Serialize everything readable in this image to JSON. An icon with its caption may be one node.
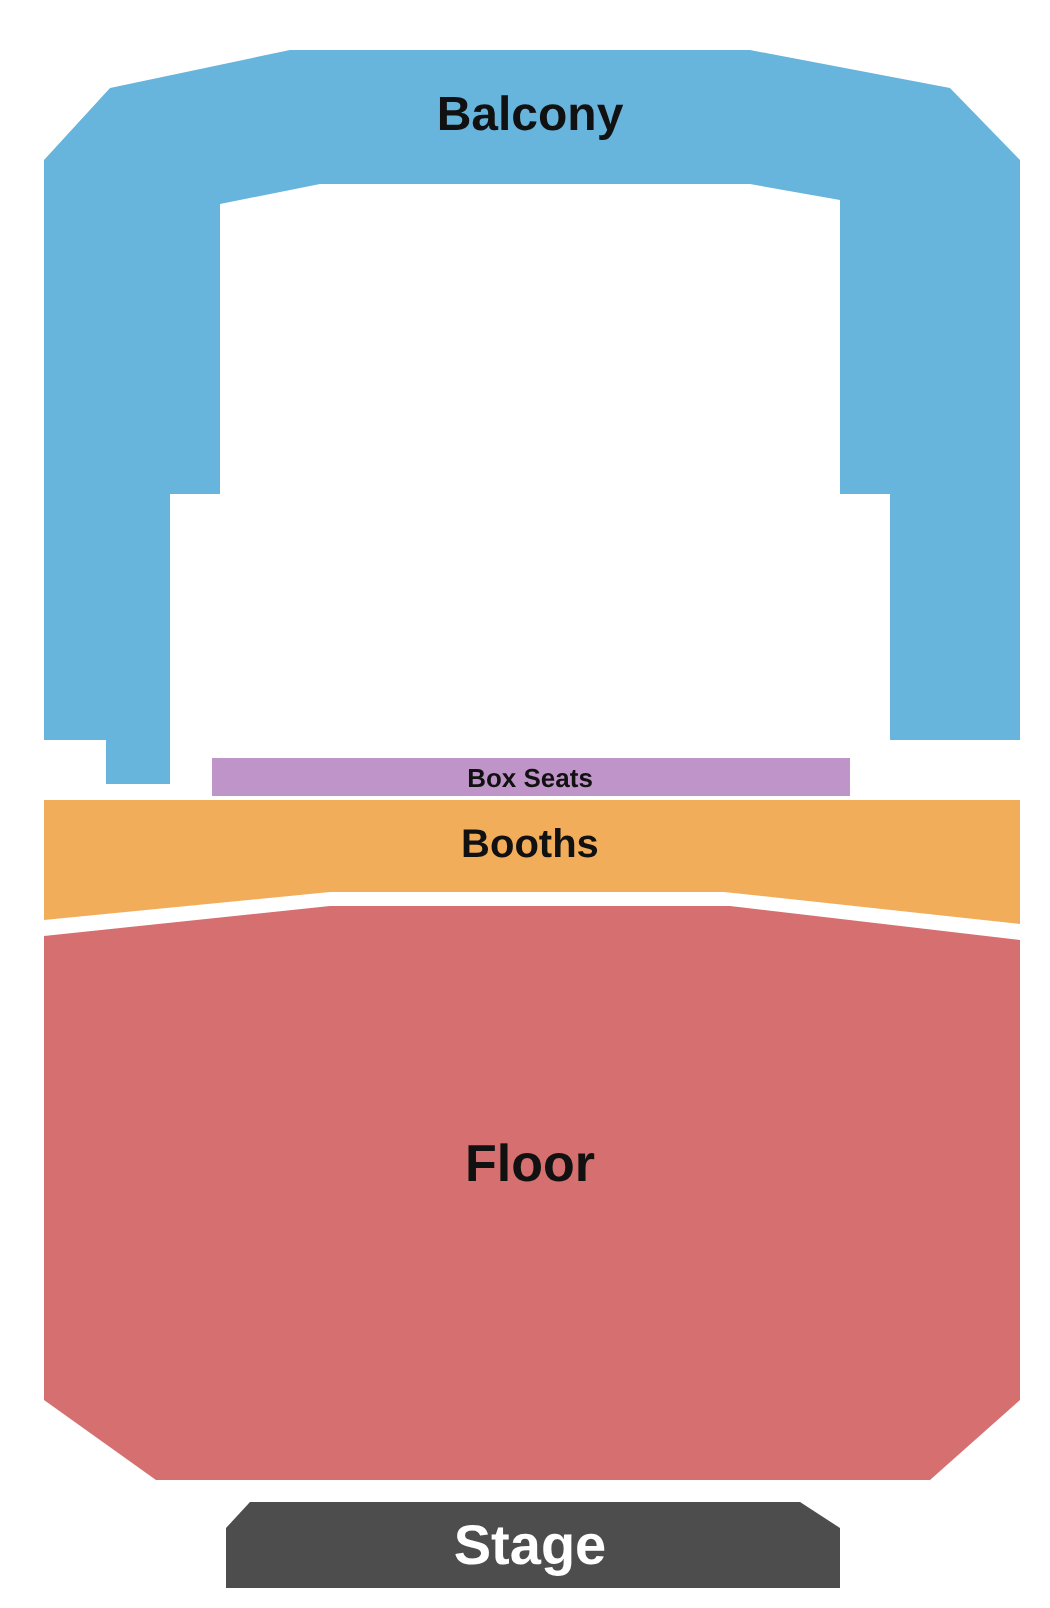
{
  "diagram": {
    "nodes": [
      {
        "text": [
          "Balcony"
        ]
      },
      {
        "text": [
          "Box Seats"
        ]
      },
      {
        "text": [
          "Booths"
        ]
      },
      {
        "text": [
          "Floor"
        ]
      },
      {
        "text": [
          "Stage"
        ]
      }
    ]
  }
}
